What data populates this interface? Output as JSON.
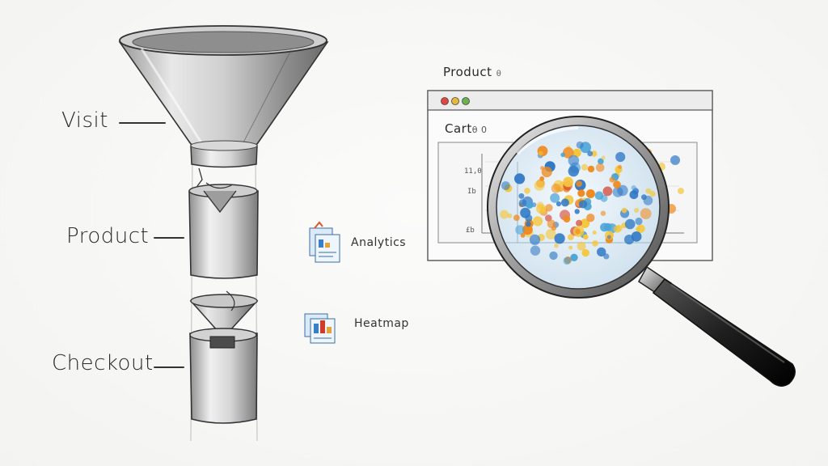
{
  "funnel": {
    "stages": [
      {
        "label": "Visit"
      },
      {
        "label": "Product"
      },
      {
        "label": "Checkout"
      }
    ]
  },
  "tools": [
    {
      "label": "Analytics",
      "icon": "analytics-doc-icon"
    },
    {
      "label": "Heatmap",
      "icon": "heatmap-doc-icon"
    }
  ],
  "browser": {
    "caption": "Product",
    "caption_mark": "θ",
    "page_title": "Cart",
    "page_title_mark": "θ 0",
    "traffic_lights": [
      "#e0483f",
      "#e6b93b",
      "#6cb24a"
    ],
    "axis_ticks": [
      "11,0",
      "Ib",
      "£b"
    ]
  },
  "heatmap": {
    "colors": [
      "#d43b2a",
      "#f08a1d",
      "#f5c63a",
      "#2f78c4",
      "#4aa3d8"
    ]
  }
}
